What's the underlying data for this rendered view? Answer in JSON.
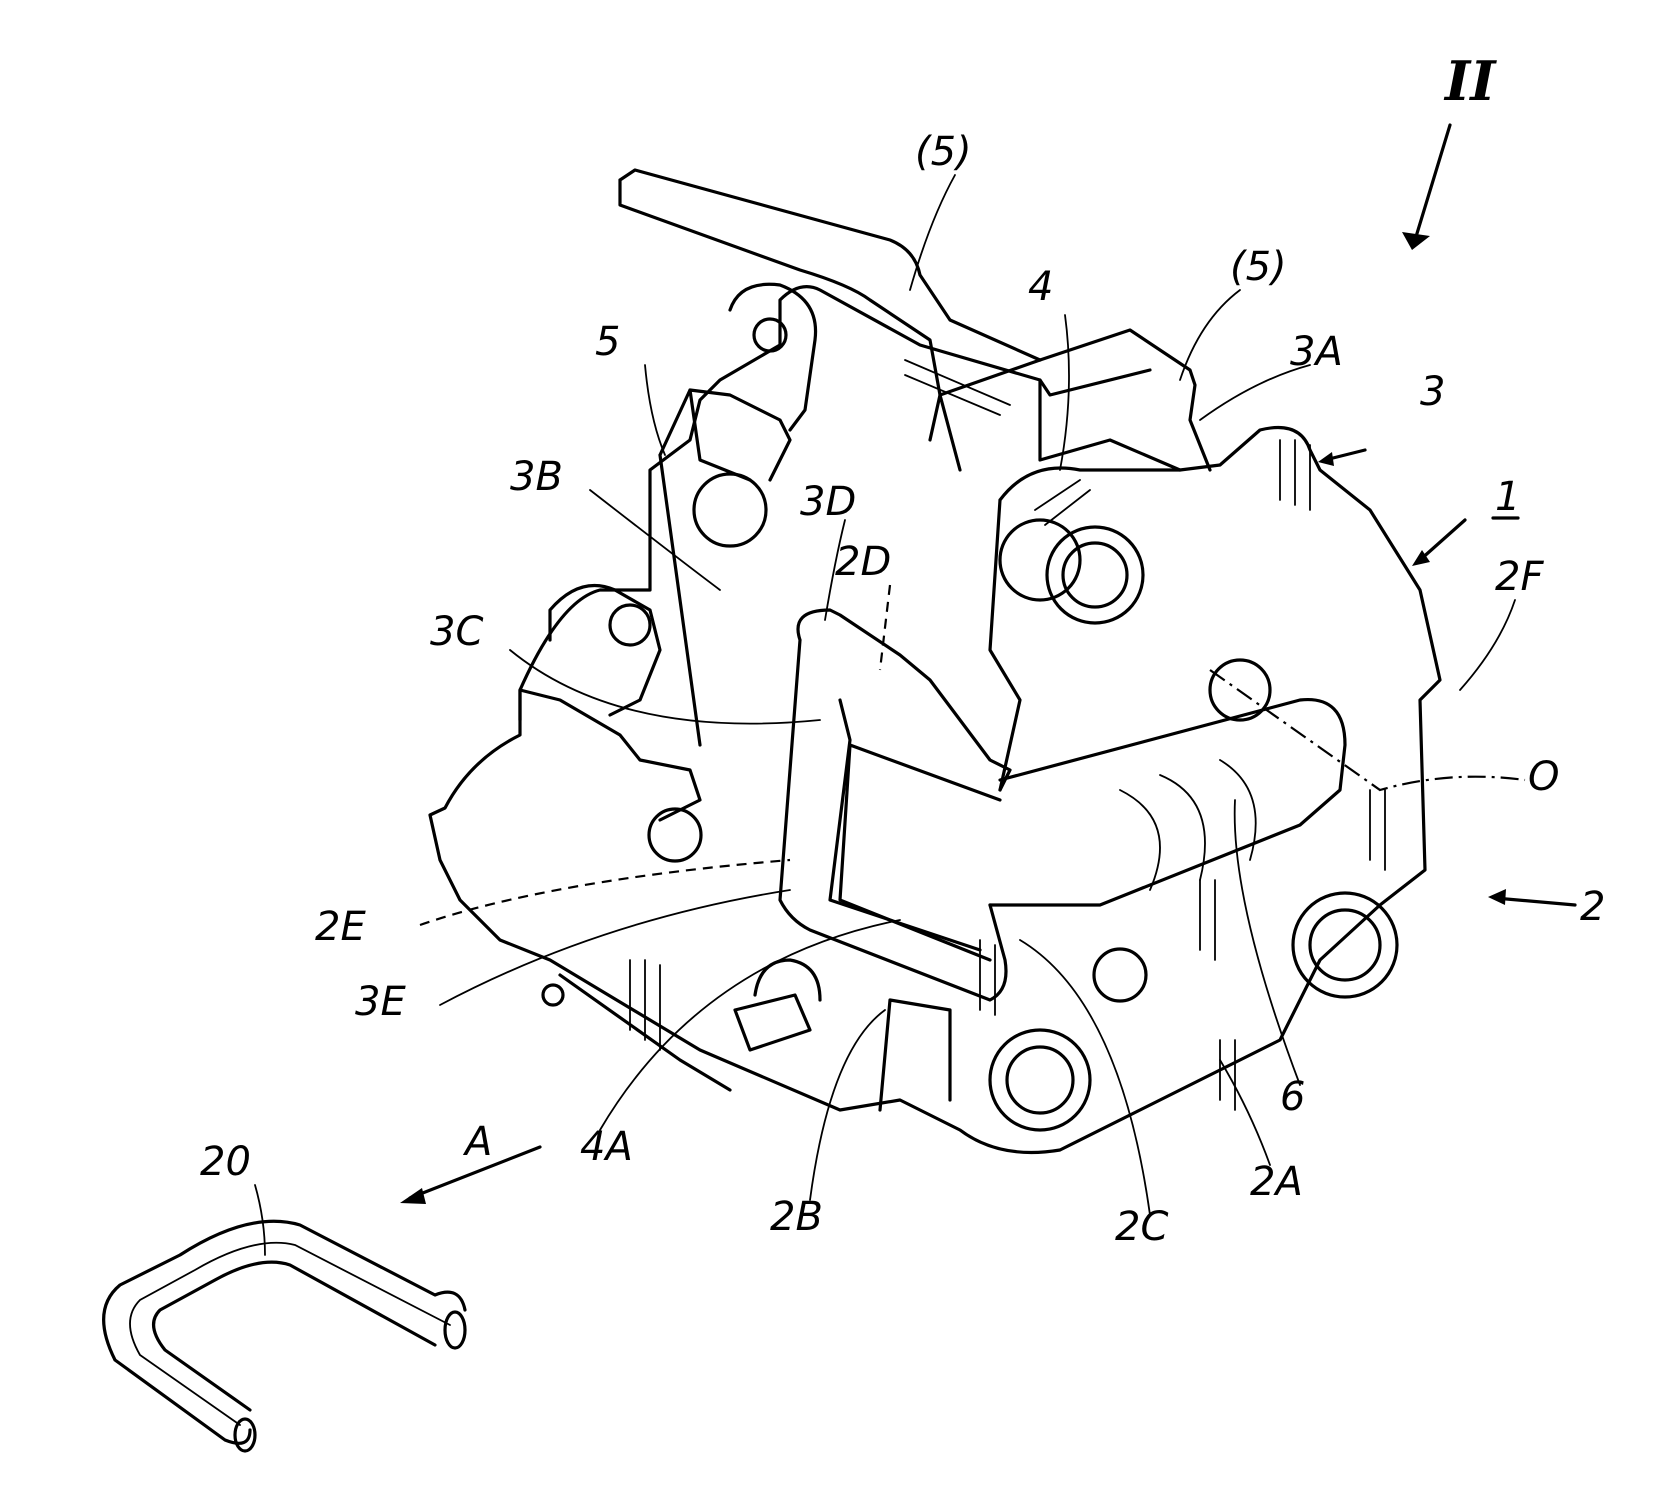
{
  "labels": {
    "view_marker": "II",
    "paren5_top": "(5)",
    "paren5_right": "(5)",
    "n4": "4",
    "n3A": "3A",
    "n3": "3",
    "n1": "1",
    "n5": "5",
    "n3B": "3B",
    "n3D": "3D",
    "n2D": "2D",
    "n2F": "2F",
    "n3C": "3C",
    "nO": "O",
    "n2": "2",
    "n2E": "2E",
    "n3E": "3E",
    "n6": "6",
    "n4A": "4A",
    "nA": "A",
    "n20": "20",
    "n2B": "2B",
    "n2C": "2C",
    "n2A": "2A"
  }
}
